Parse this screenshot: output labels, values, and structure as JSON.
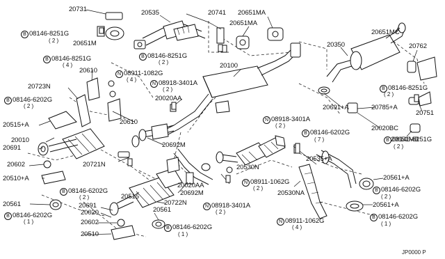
{
  "labels": {
    "p20731": "20731",
    "p20535_top": "20535",
    "p20741": "20741",
    "p20651MA_a": "20651MA",
    "p20651MA_b": "20651MA",
    "p20651MC": "20651MC",
    "p20762": "20762",
    "p20350": "20350",
    "p20651M": "20651M",
    "p20100": "20100",
    "p20610_a": "20610",
    "p20610_b": "20610",
    "p20723N": "20723N",
    "p20020AA_a": "20020AA",
    "p20692M_a": "20692M",
    "p20691A": "20691+A",
    "p20785A": "20785+A",
    "p20751": "20751",
    "p20020BC": "20020BC",
    "p20651MB": "20651MB",
    "p20515A": "20515+A",
    "p20010": "20010",
    "p20691_a": "20691",
    "p20602_a": "20602",
    "p20721N": "20721N",
    "p20510A": "20510+A",
    "p20530N": "20530N",
    "p20535A": "20535+A",
    "p20561A_a": "20561+A",
    "p20530NA": "20530NA",
    "p20561A_b": "20561+A",
    "p20692M_b": "20692M",
    "p20020AA_b": "20020AA",
    "p20722N": "20722N",
    "p20515": "20515",
    "p20691_b": "20691",
    "p20020": "20020",
    "p20602_b": "20602",
    "p20561_a": "20561",
    "p20561_b": "20561",
    "p20510": "20510"
  },
  "bolts": {
    "b1": "08146-8251G",
    "b1q": "( 2 )",
    "b2": "08146-8251G",
    "b2q": "( 4 )",
    "b3": "08146-8251G",
    "b3q": "( 2 )",
    "b4": "08146-8251G",
    "b4q": "( 2 )",
    "b5": "08146-8251G",
    "b5q": "( 2 )",
    "b6": "08146-6202G",
    "b6q": "( 2 )",
    "b7": "08146-6202G",
    "b7q": "( 7 )",
    "b8": "08146-6202G",
    "b8q": "( 2 )",
    "b9": "08146-6202G",
    "b9q": "( 2 )",
    "b10": "08146-6202G",
    "b10q": "( 1 )",
    "b11": "08146-6202G",
    "b11q": "( 1 )",
    "b12": "08146-6202G",
    "b12q": "( 1 )"
  },
  "nuts": {
    "n1": "08911-1082G",
    "n1q": "( 4 )",
    "n2": "08918-3401A",
    "n2q": "( 2 )",
    "n3": "08918-3401A",
    "n3q": "( 2 )",
    "n4": "08911-1062G",
    "n4q": "( 2 )",
    "n5": "08918-3401A",
    "n5q": "( 2 )",
    "n6": "08911-1062G",
    "n6q": "( 4 )"
  },
  "symbols": {
    "bolt": "B",
    "nut": "N"
  },
  "diagram_code": "JP0000 P"
}
